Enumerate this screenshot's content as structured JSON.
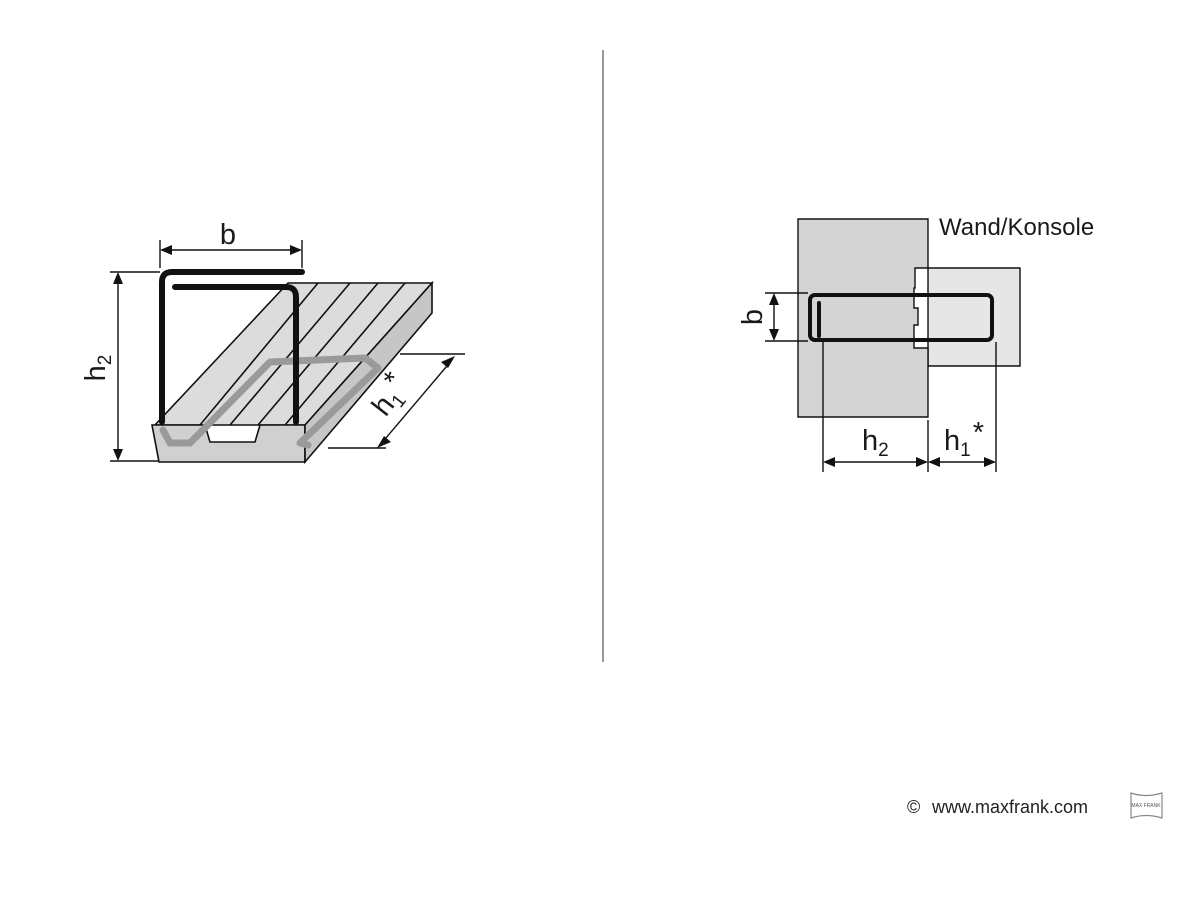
{
  "left_figure": {
    "labels": {
      "width": "b",
      "height_main": "h",
      "height_main_sub": "2",
      "height_embed": "h",
      "height_embed_sub": "1",
      "height_embed_star": "*"
    }
  },
  "right_figure": {
    "title": "Wand/Konsole",
    "labels": {
      "width": "b",
      "height_main": "h",
      "height_main_sub": "2",
      "height_embed": "h",
      "height_embed_sub": "1",
      "height_embed_star": "*"
    }
  },
  "footer": {
    "copyright": "©",
    "url": "www.maxfrank.com",
    "logo_text": "MAX FRANK"
  },
  "colors": {
    "fill_light": "#dcdcdc",
    "fill_mid": "#cfcfcf",
    "fill_pale": "#e6e6e6",
    "line": "#111111",
    "divider": "#999999"
  }
}
